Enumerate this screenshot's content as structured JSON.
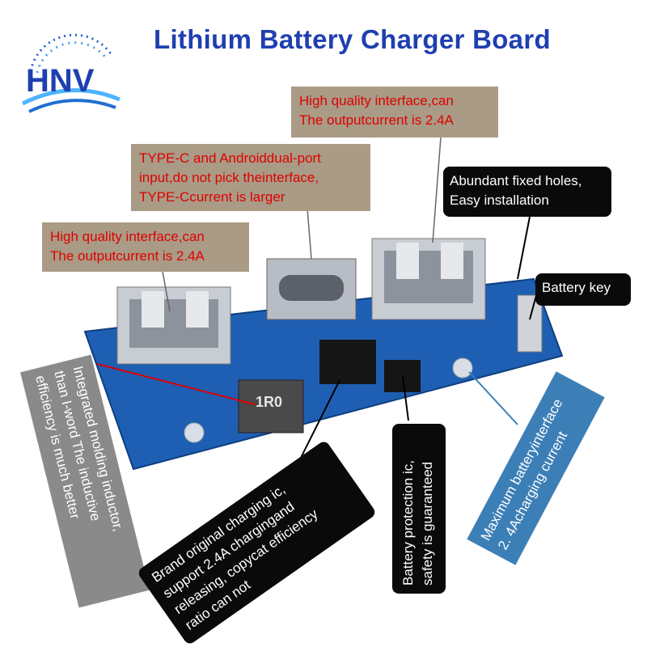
{
  "brand": {
    "logo_text": "HNV"
  },
  "title": "Lithium Battery Charger Board",
  "colors": {
    "title_blue": "#1f3fb0",
    "pcb_blue": "#1e5fb3",
    "label_red": "#e00000",
    "tan_bg": "#a99b85",
    "steel_blue_bg": "#3c7fb7"
  },
  "callouts": {
    "usb_right": [
      "High quality interface,can",
      "The outputcurrent is 2.4A"
    ],
    "typec": [
      "TYPE-C and Androiddual-port",
      "input,do not pick theinterface,",
      "TYPE-Ccurrent is larger"
    ],
    "holes": [
      "Abundant fixed holes,",
      "Easy installation"
    ],
    "usb_left": [
      "High quality interface,can",
      "The outputcurrent is 2.4A"
    ],
    "battery_key": [
      "Battery key"
    ],
    "inductor": [
      "Integrated molding inductor,",
      "than I-word The inductive",
      "efficiency is much better"
    ],
    "charging_ic": [
      "Brand original charging ic,",
      "support 2.4A chargingand",
      "releasing, copycat efficiency",
      "ratio can not"
    ],
    "protection_ic": [
      "Battery protection ic,",
      "safety is guaranteed"
    ],
    "max_battery": [
      "Maximum batteryinterface",
      "2. 4Acharging current"
    ]
  },
  "board": {
    "inductor_mark": "1R0"
  }
}
